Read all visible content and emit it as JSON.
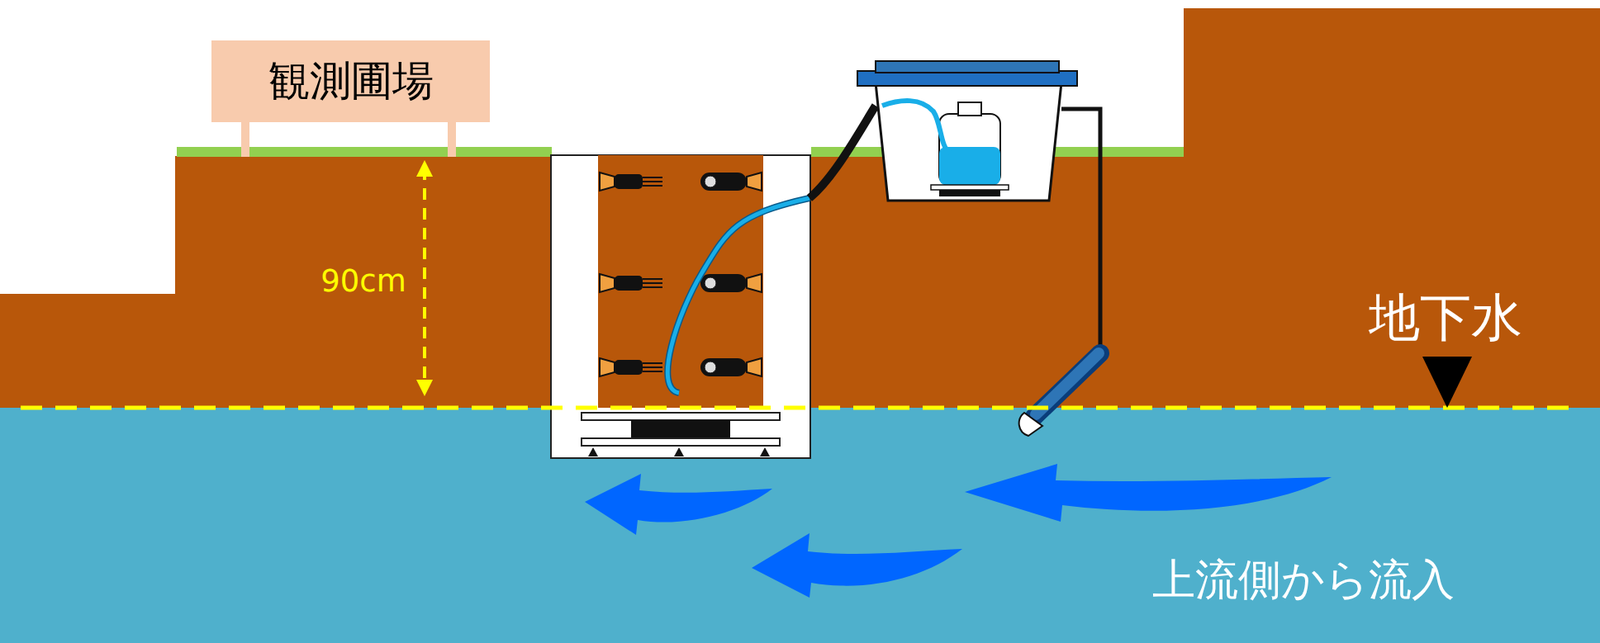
{
  "diagram": {
    "nodes": [
      {
        "text": [
          "観測圃場"
        ]
      }
    ],
    "labels": [
      "90cm",
      "地下水",
      "上流側から流入"
    ]
  }
}
